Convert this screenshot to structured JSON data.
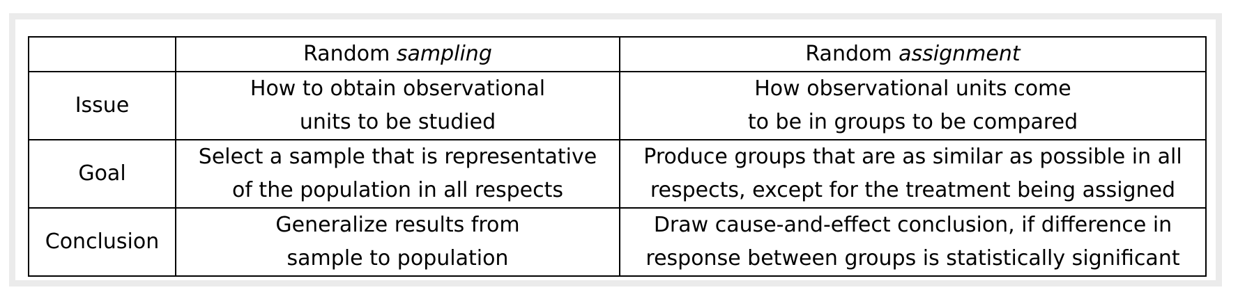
{
  "table": {
    "header": {
      "col1": "",
      "col2": {
        "plain": "Random ",
        "italic": "sampling"
      },
      "col3": {
        "plain": "Random ",
        "italic": "assignment"
      }
    },
    "rows": [
      {
        "label": "Issue",
        "sampling": [
          "How to obtain observational",
          "units to be studied"
        ],
        "assignment": [
          "How observational units come",
          "to be in groups to be compared"
        ]
      },
      {
        "label": "Goal",
        "sampling": [
          "Select a sample that is representative",
          "of the population in all respects"
        ],
        "assignment": [
          "Produce groups that are as similar as possible in all",
          "respects, except for the treatment being assigned"
        ]
      },
      {
        "label": "Conclusion",
        "sampling": [
          "Generalize results from",
          "sample to population"
        ],
        "assignment": [
          "Draw cause-and-effect conclusion, if difference in",
          "response between groups is statistically significant"
        ]
      }
    ]
  }
}
